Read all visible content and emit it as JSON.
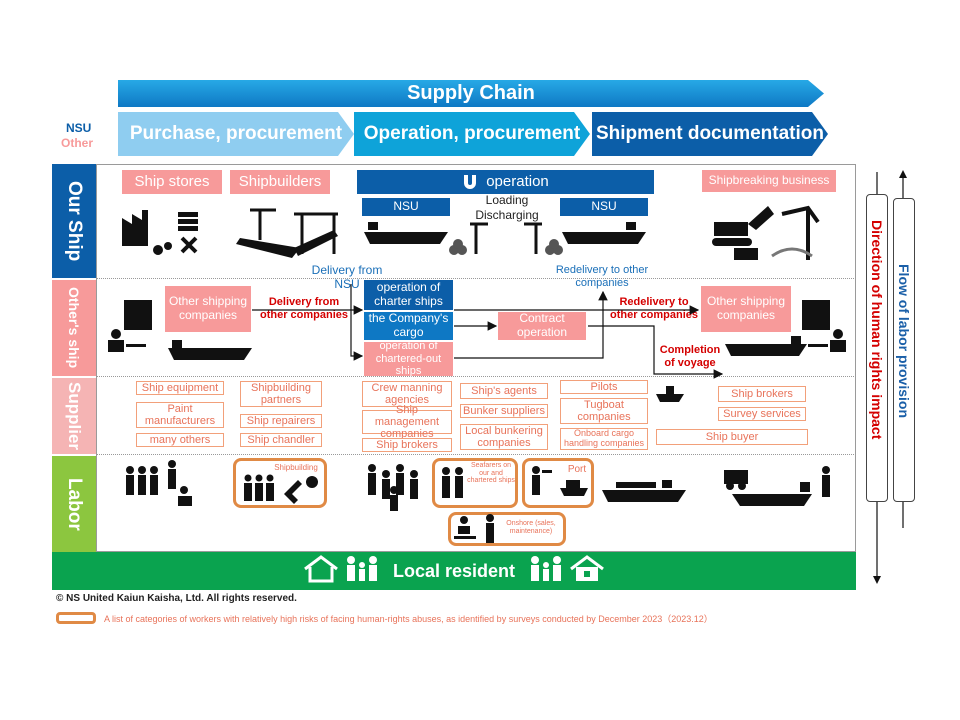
{
  "header": {
    "supply_chain": "Supply Chain",
    "purchase": "Purchase, procurement",
    "operation": "Operation, procurement",
    "shipment": "Shipment documentation",
    "legend_nsu": "NSU",
    "legend_other": "Other"
  },
  "rows": {
    "our_ship": "Our Ship",
    "others_ship": "Other's ship",
    "supplier": "Supplier",
    "labor": "Labor"
  },
  "our_ship": {
    "ship_stores": "Ship stores",
    "shipbuilders": "Shipbuilders",
    "operation_bar": "operation",
    "nsu_left": "NSU",
    "nsu_right": "NSU",
    "loading": "Loading",
    "discharging": "Discharging",
    "shipbreaking": "Shipbreaking business"
  },
  "others_ship": {
    "other_left": "Other shipping companies",
    "delivery_other": "Delivery from other companies",
    "delivery_nsu": "Delivery from NSU",
    "charter_ships": "operation of charter ships",
    "company_cargo": "the Company's cargo",
    "chartered_out": "operation of chartered-out ships",
    "contract_operation": "Contract operation",
    "redelivery_other_blue": "Redelivery to other companies",
    "redelivery_other_red": "Redelivery to other companies",
    "other_right": "Other shipping companies",
    "completion": "Completion of voyage"
  },
  "supplier": {
    "ship_equipment": "Ship equipment",
    "paint": "Paint manufacturers",
    "many_others": "many others",
    "shipbuilding_partners": "Shipbuilding partners",
    "ship_repairers": "Ship repairers",
    "ship_chandler": "Ship chandler",
    "crew_manning": "Crew manning agencies",
    "ship_management": "Ship management companies",
    "ship_brokers_1": "Ship brokers",
    "ships_agents": "Ship's agents",
    "bunker_suppliers": "Bunker suppliers",
    "local_bunkering": "Local bunkering companies",
    "pilots": "Pilots",
    "tugboat": "Tugboat companies",
    "onboard_cargo": "Onboard cargo handling companies",
    "ship_brokers_2": "Ship brokers",
    "survey_services": "Survey services",
    "ship_buyer": "Ship buyer"
  },
  "labor": {
    "shipbuilding": "Shipbuilding",
    "seafarers": "Seafarers on our and chartered ships",
    "port": "Port",
    "onshore": "Onshore (sales, maintenance)"
  },
  "side": {
    "direction_impact": "Direction of human rights impact",
    "flow_labor": "Flow of labor provision"
  },
  "footer": {
    "local_resident": "Local resident",
    "copyright": "© NS United Kaiun Kaisha, Ltd. All rights reserved.",
    "note": "A list of categories of workers with relatively high risks of facing human-rights abuses, as identified by surveys conducted by December 2023（2023.12）"
  },
  "colors": {
    "nsu_blue": "#0c5ea8",
    "other_pink": "#f79a9a",
    "row_blue": "#0c5ea8",
    "row_pink": "#f79a9a",
    "supplier_pink": "#f5b4b4",
    "labor_green": "#8cc63f",
    "resident_green": "#0aa34f",
    "risk_orange": "#e08a45",
    "impact_red": "#d40000"
  }
}
